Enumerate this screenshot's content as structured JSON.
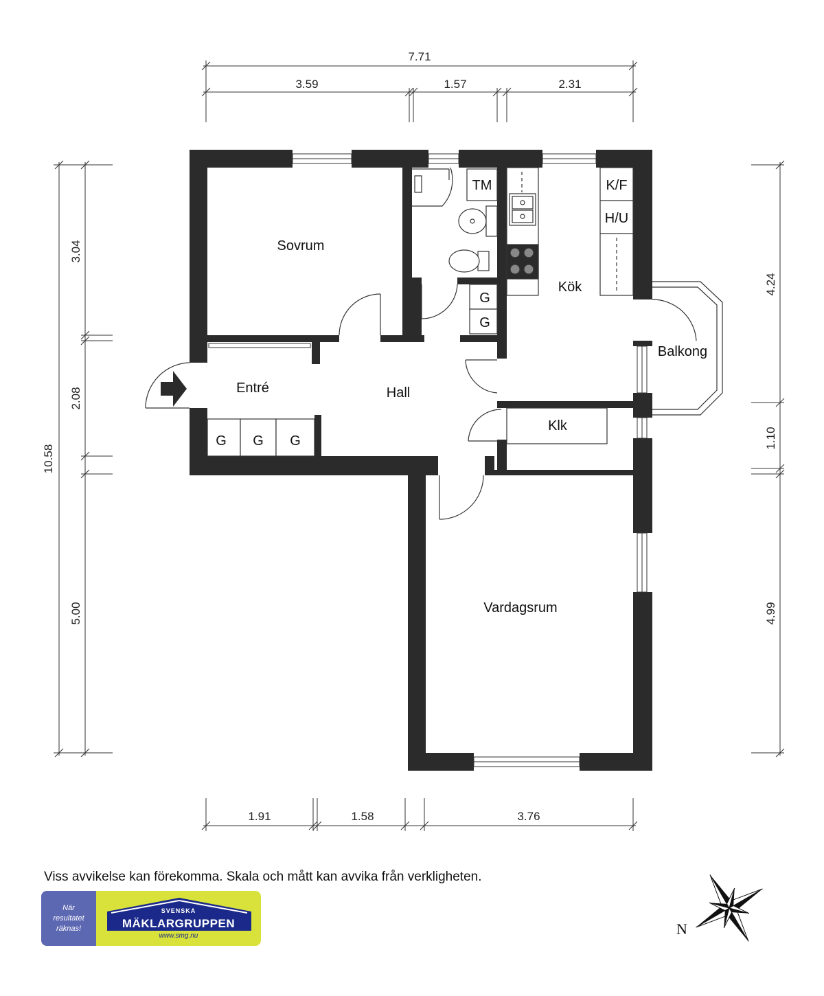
{
  "dimensions": {
    "top_total": "7.71",
    "top_segments": [
      "3.59",
      "1.57",
      "2.31"
    ],
    "left_total": "10.58",
    "left_segments": [
      "3.04",
      "2.08",
      "5.00"
    ],
    "right_segments": [
      "4.24",
      "1.10",
      "4.99"
    ],
    "bottom_segments": [
      "1.91",
      "1.58",
      "3.76"
    ]
  },
  "rooms": {
    "sovrum": "Sovrum",
    "entre": "Entré",
    "hall": "Hall",
    "kok": "Kök",
    "balkong": "Balkong",
    "klk": "Klk",
    "vardagsrum": "Vardagsrum"
  },
  "fixtures": {
    "tm": "TM",
    "kf": "K/F",
    "hu": "H/U",
    "g": "G"
  },
  "disclaimer": "Viss avvikelse kan förekomma. Skala och mått kan avvika från verkligheten.",
  "logo": {
    "tagline_1": "När",
    "tagline_2": "resultatet",
    "tagline_3": "räknas!",
    "sub": "SVENSKA",
    "brand": "MÄKLARGRUPPEN",
    "url": "www.smg.nu"
  },
  "compass": {
    "north": "N"
  },
  "colors": {
    "wall": "#2b2b2b",
    "logo_blue": "#5d68b3",
    "logo_yellow": "#d8e23a"
  }
}
